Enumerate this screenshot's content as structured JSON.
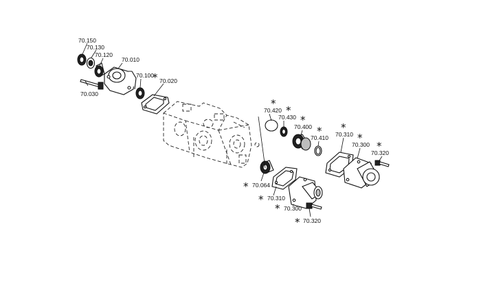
{
  "diagram": {
    "labels": [
      {
        "id": "p70150",
        "text": "70.150",
        "starred": false
      },
      {
        "id": "p70130",
        "text": "70.130",
        "starred": false
      },
      {
        "id": "p70120",
        "text": "70.120",
        "starred": false
      },
      {
        "id": "p70010",
        "text": "70.010",
        "starred": false
      },
      {
        "id": "p70100",
        "text": "70.100",
        "starred": true
      },
      {
        "id": "p70020",
        "text": "70.020",
        "starred": false
      },
      {
        "id": "p70030",
        "text": "70.030",
        "starred": false
      },
      {
        "id": "p70420",
        "text": "70.420",
        "starred": true
      },
      {
        "id": "p70430",
        "text": "70.430",
        "starred": true
      },
      {
        "id": "p70400",
        "text": "70.400",
        "starred": true
      },
      {
        "id": "p70410",
        "text": "70.410",
        "starred": true
      },
      {
        "id": "p70310a",
        "text": "70.310",
        "starred": true
      },
      {
        "id": "p70300a",
        "text": "70.300",
        "starred": true
      },
      {
        "id": "p70320a",
        "text": "70.320",
        "starred": true
      },
      {
        "id": "p70064",
        "text": "70.064",
        "starred": true
      },
      {
        "id": "p70310b",
        "text": "70.310",
        "starred": true
      },
      {
        "id": "p70300b",
        "text": "70.300",
        "starred": true
      },
      {
        "id": "p70320b",
        "text": "70.320",
        "starred": true
      }
    ],
    "star_symbol": "*"
  }
}
